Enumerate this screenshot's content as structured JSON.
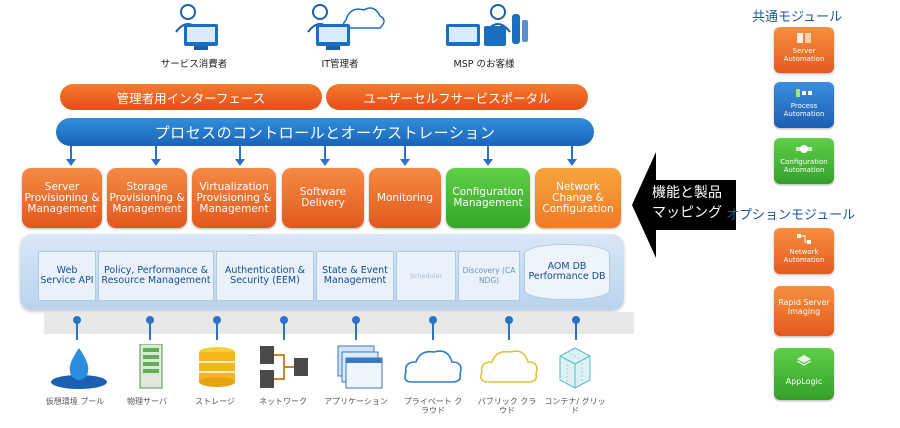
{
  "personas": [
    {
      "label": "サービス消費者",
      "icon": "service-consumer-icon"
    },
    {
      "label": "IT管理者",
      "icon": "it-admin-icon"
    },
    {
      "label": "MSP のお客様",
      "icon": "msp-customer-icon"
    }
  ],
  "portals": {
    "admin": "管理者用インターフェース",
    "self_service": "ユーザーセルフサービスポータル"
  },
  "orchestration": "プロセスのコントロールとオーケストレーション",
  "modules": [
    "Server Provisioning & Management",
    "Storage Provisioning & Management",
    "Virtualization Provisioning & Management",
    "Software Delivery",
    "Monitoring",
    "Configuration Management",
    "Network Change & Configuration"
  ],
  "platform": [
    "Web Service API",
    "Policy, Performance & Resource Management",
    "Authentication & Security (EEM)",
    "State & Event Management",
    "Scheduler",
    "Discovery (CA NDG)",
    "AOM DB Performance DB"
  ],
  "resources": [
    "仮想環境 プール",
    "物理サーバ",
    "ストレージ",
    "ネットワーク",
    "アプリケーション",
    "プライベート クラウド",
    "パブリック クラウド",
    "コンテナ/ グリッド"
  ],
  "mapping_arrow": "機能と製品 マッピング",
  "right": {
    "common_title": "共通モジュール",
    "common": [
      "Server Automation",
      "Process Automation",
      "Configuration Automation"
    ],
    "option_title": "オプションモジュール",
    "options": [
      "Network Automation",
      "Rapid Server Imaging",
      "AppLogic"
    ]
  },
  "colors": {
    "orange": "#e8581e",
    "blue": "#1b63b8",
    "green": "#3fb02f"
  }
}
